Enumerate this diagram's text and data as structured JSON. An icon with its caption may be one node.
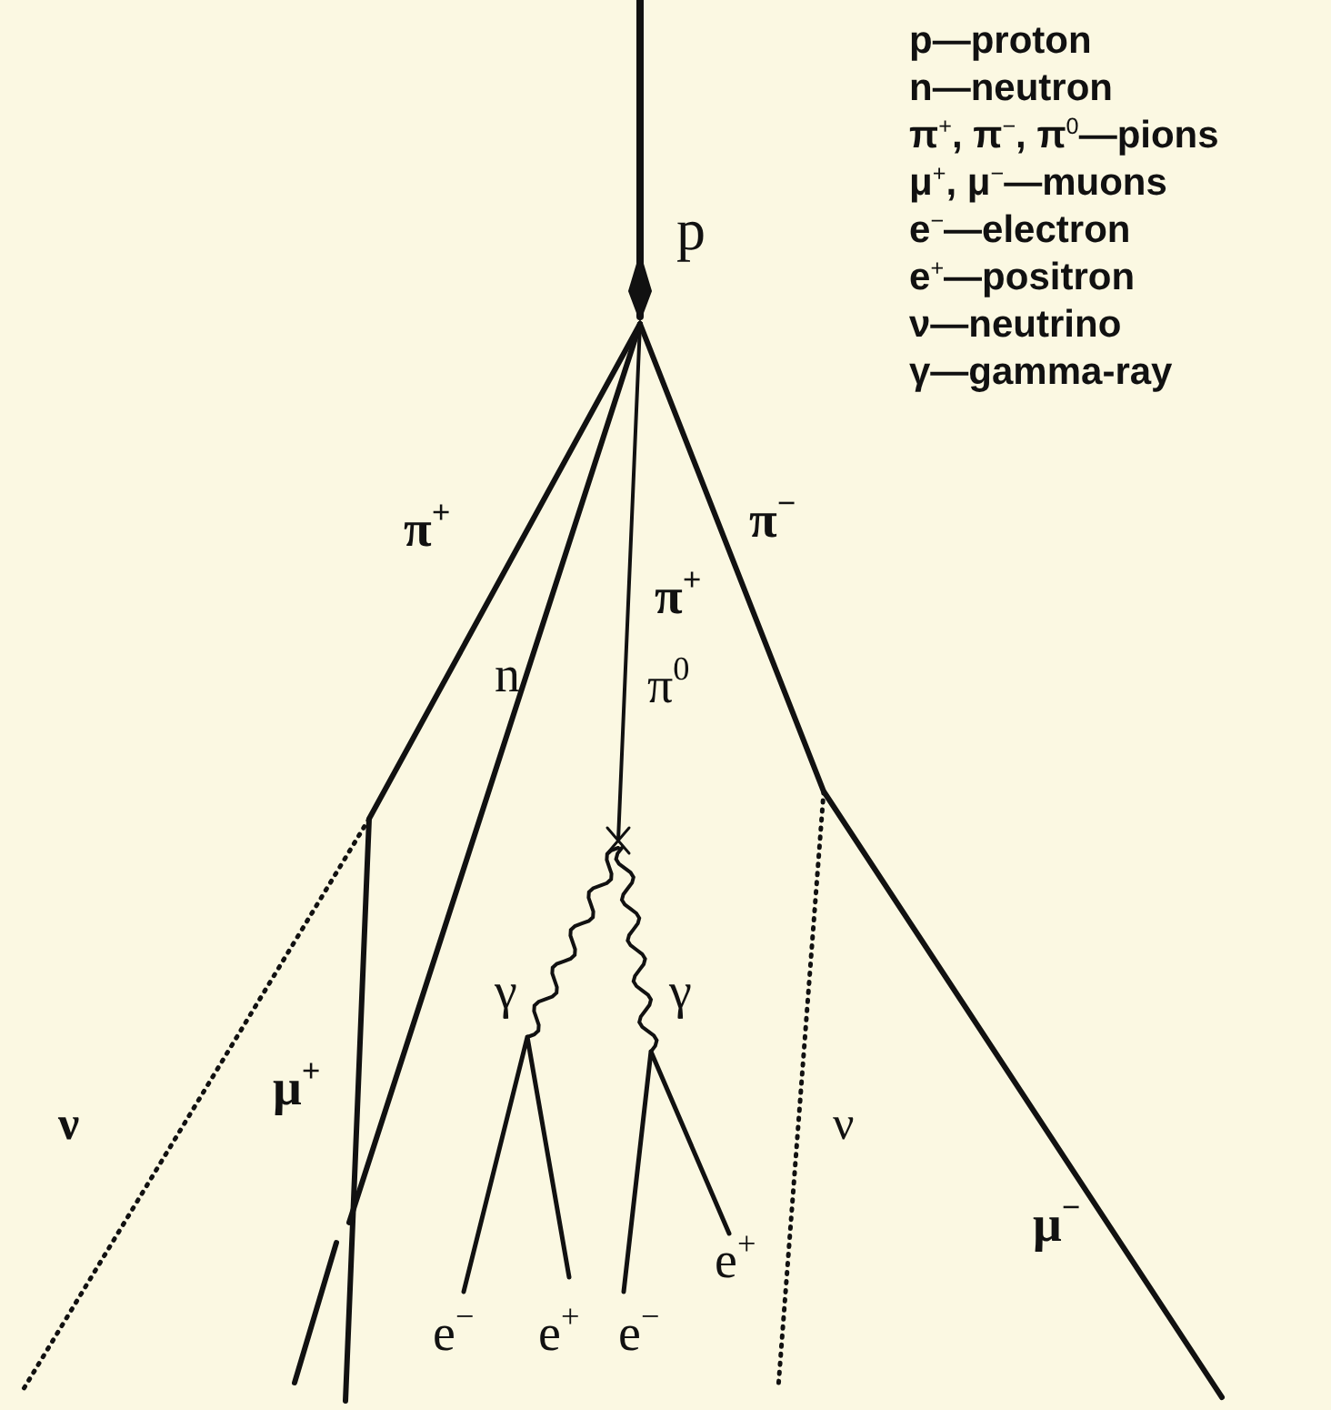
{
  "diagram": {
    "labels": [
      "p—proton",
      "n—neutron",
      "π$^{+}$, π$^{−}$, π$^{0}$—**pions**",
      "μ$^{+}$, μ$^{−}$—**muons**",
      "e$^{−}$—electron",
      "e$^{+}$—positron",
      "ν—neutrino",
      "γ—gamma-ray",
      "p",
      "π$^{+}$",
      "π$^{−}$",
      "π$^{+}$",
      "n",
      "π$^{0}$",
      "γ",
      "γ",
      "μ$^{+}$",
      "ν",
      "ν",
      "μ$^{−}$",
      "e$^{+}$",
      "e$^{−}$",
      "e$^{+}$",
      "e$^{−}$"
    ]
  }
}
